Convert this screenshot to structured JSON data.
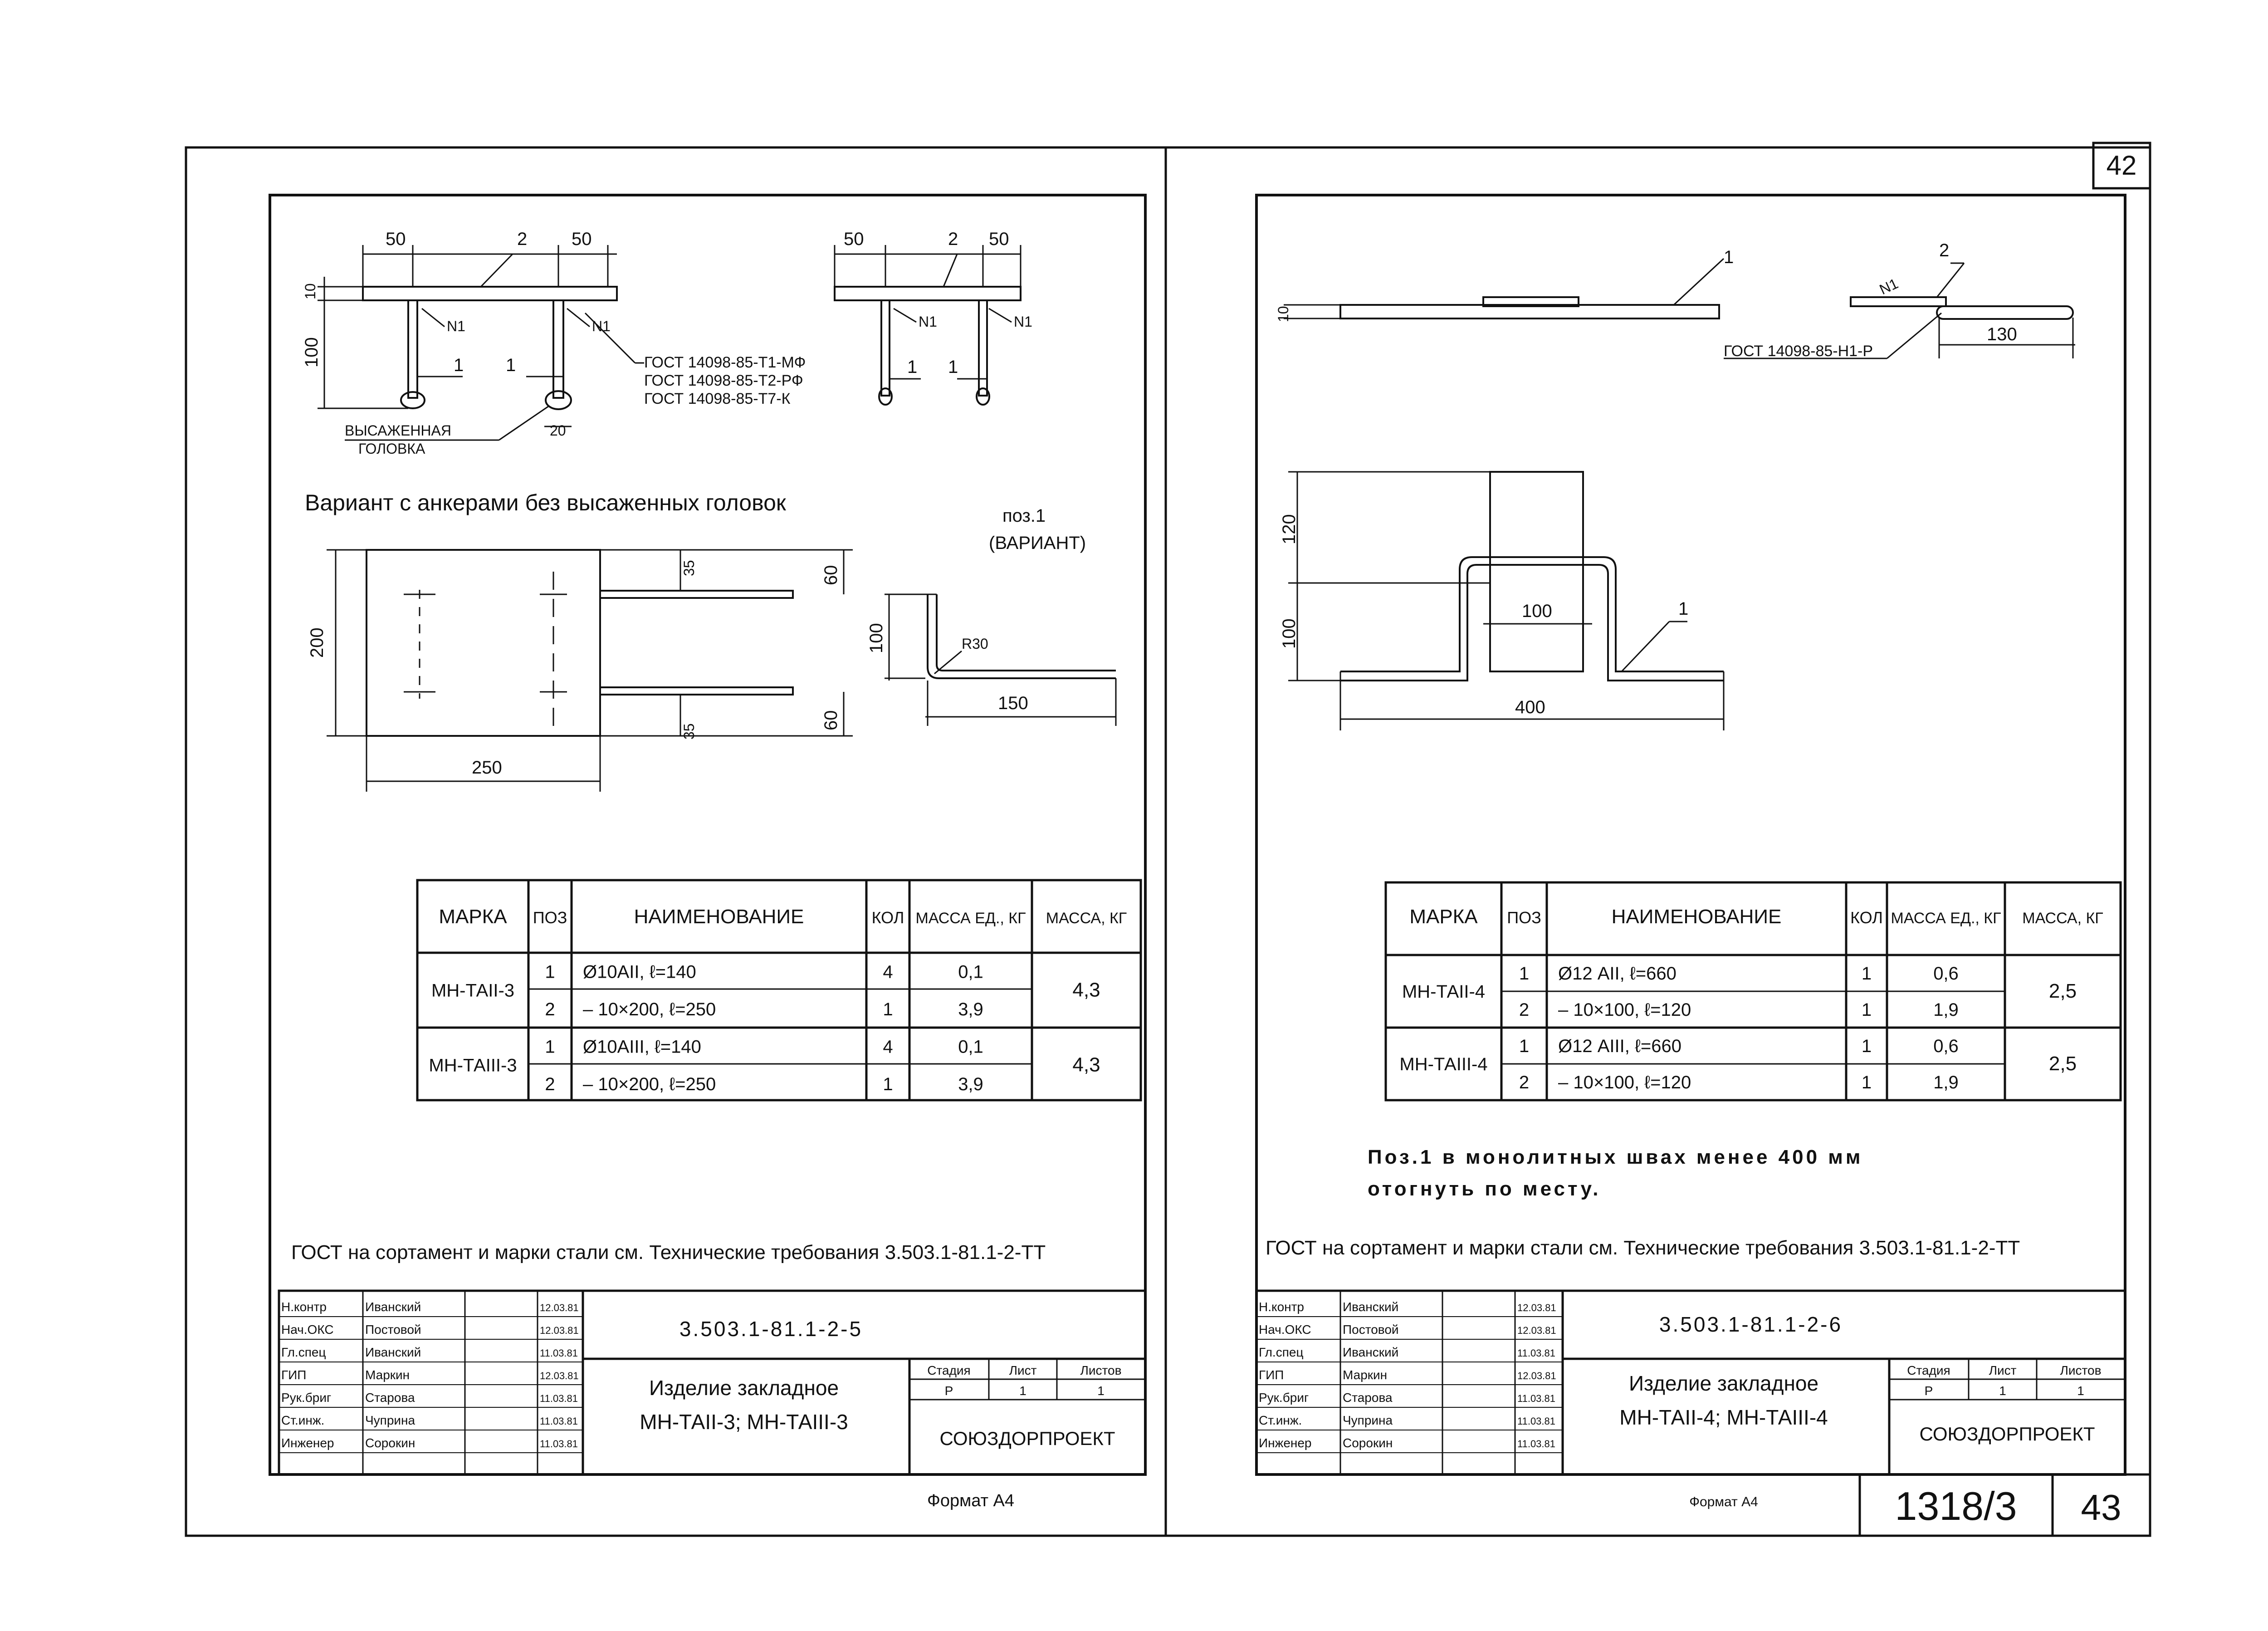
{
  "page_number_top": "42",
  "page_number_bottom": "43",
  "album_code": "1318/3",
  "left": {
    "dims_top": {
      "d50a": "50",
      "d50b": "50",
      "d2": "2",
      "d10": "10",
      "d100": "100",
      "n1a": "N1",
      "n1b": "N1",
      "d1a": "1",
      "d1b": "1",
      "d20": "20"
    },
    "gost_lines": [
      "ГОСТ 14098-85-Т1-МФ",
      "ГОСТ 14098-85-Т2-РФ",
      "ГОСТ 14098-85-Т7-К"
    ],
    "head_label": [
      "ВЫСАЖЕННАЯ",
      "ГОЛОВКА"
    ],
    "dims_top2": {
      "d50a": "50",
      "d2": "2",
      "d50b": "50",
      "n1a": "N1",
      "n1b": "N1",
      "d1a": "1",
      "d1b": "1"
    },
    "variant_title": "Вариант с анкерами без высаженных головок",
    "pos1_label": [
      "поз.1",
      "(ВАРИАНТ)"
    ],
    "dims_plan": {
      "d200": "200",
      "d250": "250",
      "d35a": "35",
      "d35b": "35",
      "d60a": "60",
      "d60b": "60"
    },
    "dims_bent": {
      "d100": "100",
      "r30": "R30",
      "d150": "150"
    },
    "table": {
      "headers": [
        "МАРКА",
        "ПОЗ",
        "НАИМЕНОВАНИЕ",
        "КОЛ",
        "МАССА ЕД., КГ",
        "МАССА, КГ"
      ],
      "groups": [
        {
          "mark": "МН-ТАII-3",
          "total": "4,3",
          "rows": [
            {
              "pos": "1",
              "name": "Ø10АII, ℓ=140",
              "qty": "4",
              "mass": "0,1"
            },
            {
              "pos": "2",
              "name": "– 10×200, ℓ=250",
              "qty": "1",
              "mass": "3,9"
            }
          ]
        },
        {
          "mark": "МН-ТАIII-3",
          "total": "4,3",
          "rows": [
            {
              "pos": "1",
              "name": "Ø10АIII, ℓ=140",
              "qty": "4",
              "mass": "0,1"
            },
            {
              "pos": "2",
              "name": "– 10×200, ℓ=250",
              "qty": "1",
              "mass": "3,9"
            }
          ]
        }
      ]
    },
    "gost_note": "ГОСТ на сортамент и марки стали см. Технические требования 3.503.1-81.1-2-ТТ",
    "stamp": {
      "code": "3.503.1-81.1-2-5",
      "roles": [
        "Н.контр",
        "Нач.ОКС",
        "Гл.спец",
        "ГИП",
        "Рук.бриг",
        "Ст.инж.",
        "Инженер"
      ],
      "names": [
        "Иванский",
        "Постовой",
        "Иванский",
        "Маркин",
        "Старова",
        "Чуприна",
        "Сорокин"
      ],
      "dates": [
        "12.03.81",
        "12.03.81",
        "11.03.81",
        "12.03.81",
        "11.03.81",
        "11.03.81",
        "11.03.81"
      ],
      "title": [
        "Изделие закладное",
        "МН-ТАII-3; МН-ТАIII-3"
      ],
      "stage_h": [
        "Стадия",
        "Лист",
        "Листов"
      ],
      "stage_v": [
        "Р",
        "1",
        "1"
      ],
      "org": "СОЮЗДОРПРОЕКТ"
    },
    "format": "Формат А4"
  },
  "right": {
    "dims_top": {
      "d1": "1",
      "d2": "2",
      "d10": "10",
      "n1": "N1",
      "d130": "130"
    },
    "gost_line": "ГОСТ 14098-85-Н1-Р",
    "dims_plan": {
      "d120": "120",
      "d100v": "100",
      "d100": "100",
      "d400": "400",
      "d1": "1"
    },
    "table": {
      "headers": [
        "МАРКА",
        "ПОЗ",
        "НАИМЕНОВАНИЕ",
        "КОЛ",
        "МАССА ЕД., КГ",
        "МАССА, КГ"
      ],
      "groups": [
        {
          "mark": "МН-ТАII-4",
          "total": "2,5",
          "rows": [
            {
              "pos": "1",
              "name": "Ø12 АII, ℓ=660",
              "qty": "1",
              "mass": "0,6"
            },
            {
              "pos": "2",
              "name": "– 10×100, ℓ=120",
              "qty": "1",
              "mass": "1,9"
            }
          ]
        },
        {
          "mark": "МН-ТАIII-4",
          "total": "2,5",
          "rows": [
            {
              "pos": "1",
              "name": "Ø12 АIII, ℓ=660",
              "qty": "1",
              "mass": "0,6"
            },
            {
              "pos": "2",
              "name": "– 10×100, ℓ=120",
              "qty": "1",
              "mass": "1,9"
            }
          ]
        }
      ]
    },
    "note": [
      "Поз.1 в монолитных швах менее 400 мм",
      "отогнуть по месту."
    ],
    "gost_note": "ГОСТ на сортамент и марки стали см. Технические требования 3.503.1-81.1-2-ТТ",
    "stamp": {
      "code": "3.503.1-81.1-2-6",
      "roles": [
        "Н.контр",
        "Нач.ОКС",
        "Гл.спец",
        "ГИП",
        "Рук.бриг",
        "Ст.инж.",
        "Инженер"
      ],
      "names": [
        "Иванский",
        "Постовой",
        "Иванский",
        "Маркин",
        "Старова",
        "Чуприна",
        "Сорокин"
      ],
      "dates": [
        "12.03.81",
        "12.03.81",
        "11.03.81",
        "12.03.81",
        "11.03.81",
        "11.03.81",
        "11.03.81"
      ],
      "title": [
        "Изделие закладное",
        "МН-ТАII-4; МН-ТАIII-4"
      ],
      "stage_h": [
        "Стадия",
        "Лист",
        "Листов"
      ],
      "stage_v": [
        "Р",
        "1",
        "1"
      ],
      "org": "СОЮЗДОРПРОЕКТ"
    },
    "format": "Формат А4"
  }
}
